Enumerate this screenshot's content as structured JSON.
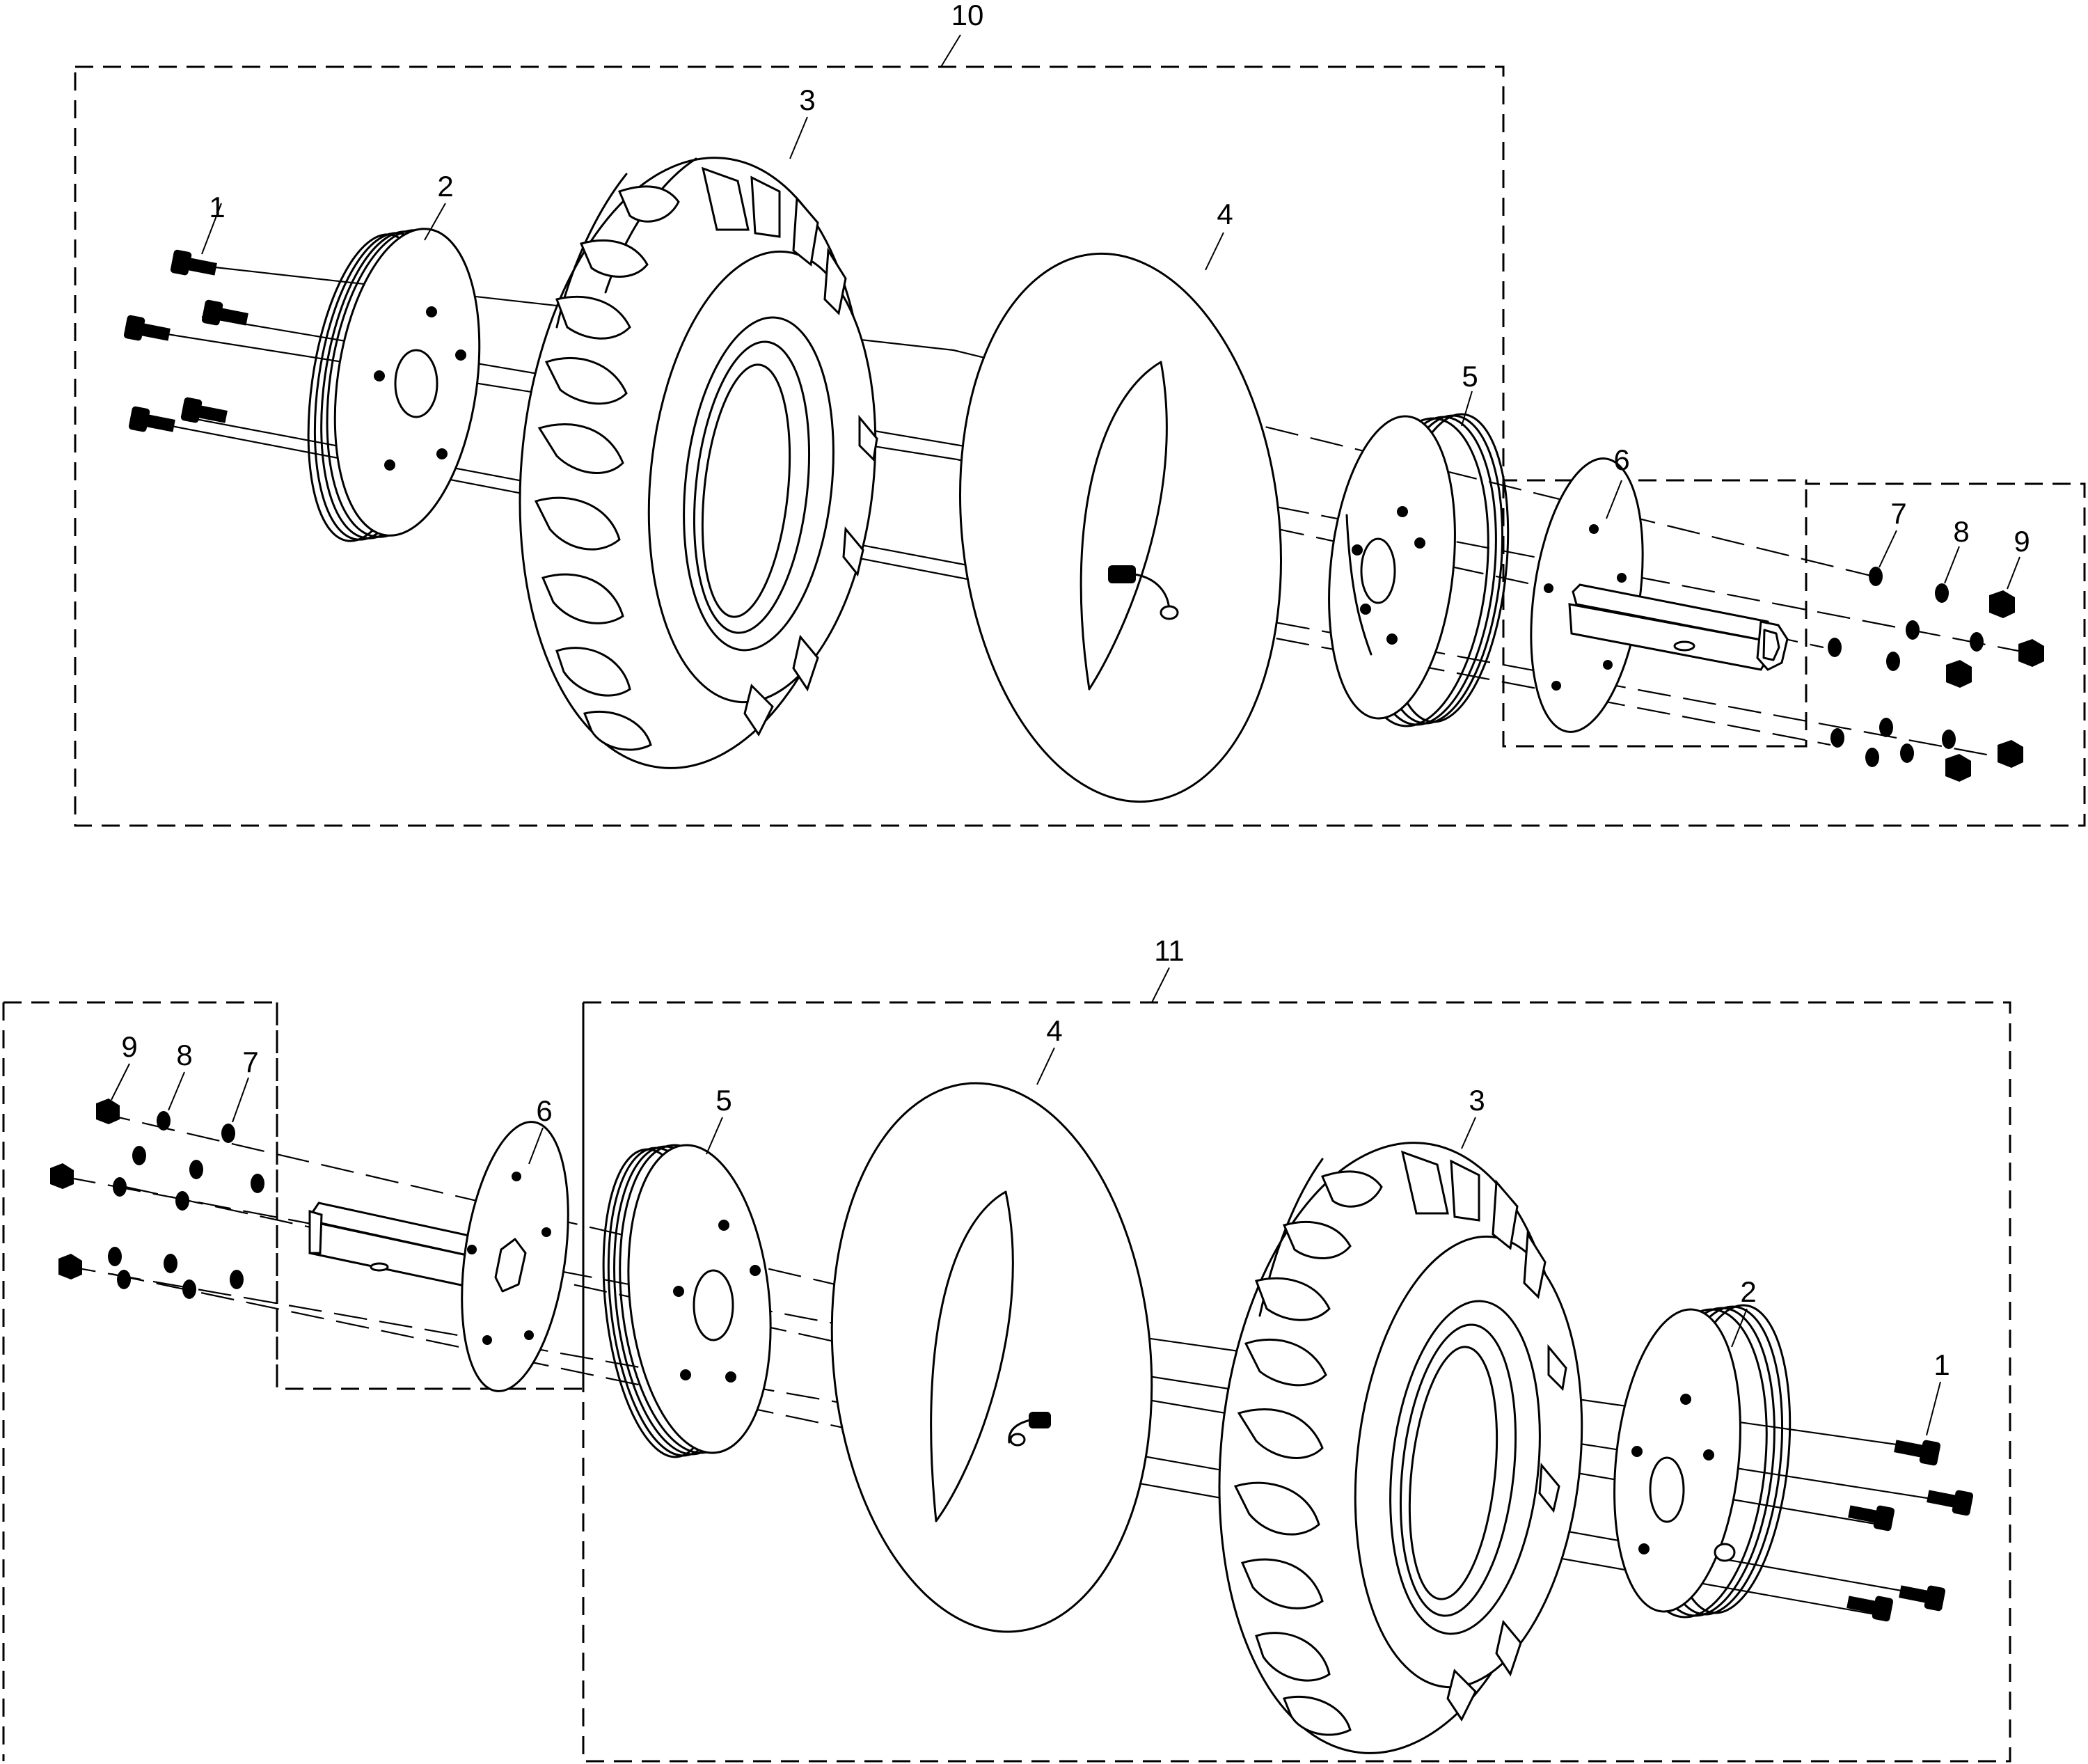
{
  "top_assembly": {
    "assembly_label": "10",
    "parts": [
      {
        "key": "p1",
        "label": "1"
      },
      {
        "key": "p2",
        "label": "2"
      },
      {
        "key": "p3",
        "label": "3"
      },
      {
        "key": "p4",
        "label": "4"
      },
      {
        "key": "p5",
        "label": "5"
      },
      {
        "key": "p6",
        "label": "6"
      },
      {
        "key": "p7",
        "label": "7"
      },
      {
        "key": "p8",
        "label": "8"
      },
      {
        "key": "p9",
        "label": "9"
      }
    ]
  },
  "bottom_assembly": {
    "assembly_label": "11",
    "parts": [
      {
        "key": "p1",
        "label": "1"
      },
      {
        "key": "p2",
        "label": "2"
      },
      {
        "key": "p3",
        "label": "3"
      },
      {
        "key": "p4",
        "label": "4"
      },
      {
        "key": "p5",
        "label": "5"
      },
      {
        "key": "p6",
        "label": "6"
      },
      {
        "key": "p7",
        "label": "7"
      },
      {
        "key": "p8",
        "label": "8"
      },
      {
        "key": "p9",
        "label": "9"
      }
    ]
  }
}
